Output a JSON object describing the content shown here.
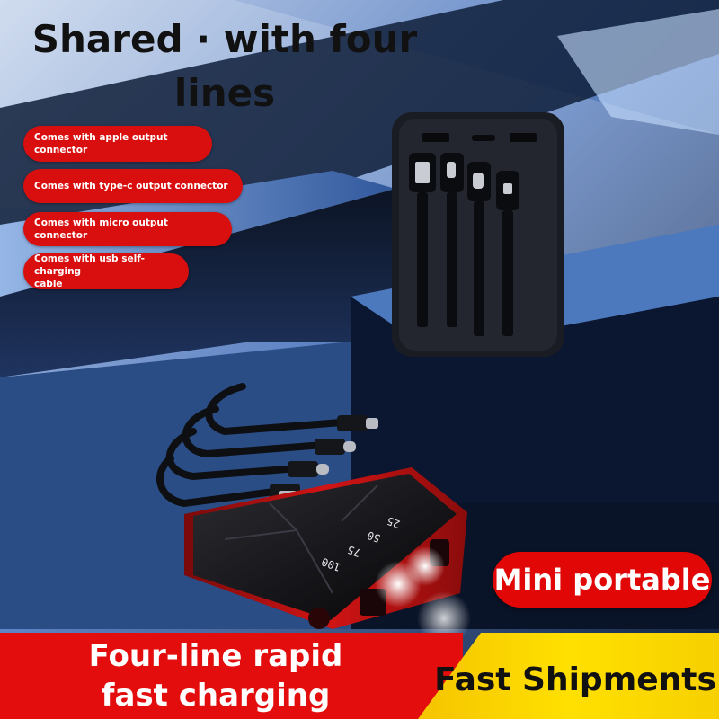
{
  "headline": {
    "line1": "Shared · with four",
    "line2": "lines"
  },
  "features": [
    {
      "line1": "Comes with apple output",
      "line2": "connector"
    },
    {
      "line1": "Comes with type-c output connector",
      "line2": ""
    },
    {
      "line1": "Comes with micro output connector",
      "line2": ""
    },
    {
      "line1": "Comes with usb self-charging",
      "line2": "cable"
    }
  ],
  "badge": "Mini portable",
  "banner": {
    "left_line1": "Four-line rapid",
    "left_line2": "fast charging",
    "right": "Fast Shipments"
  },
  "display": {
    "values": [
      "100",
      "75",
      "50",
      "25"
    ]
  },
  "colors": {
    "accent_red": "#e10707",
    "banner_yellow": "#ffe000",
    "background": "#0d1d36"
  },
  "icons": [
    "usb-connector-icon",
    "lightning-connector-icon",
    "type-c-connector-icon",
    "micro-usb-connector-icon",
    "flashlight-led-icon"
  ]
}
